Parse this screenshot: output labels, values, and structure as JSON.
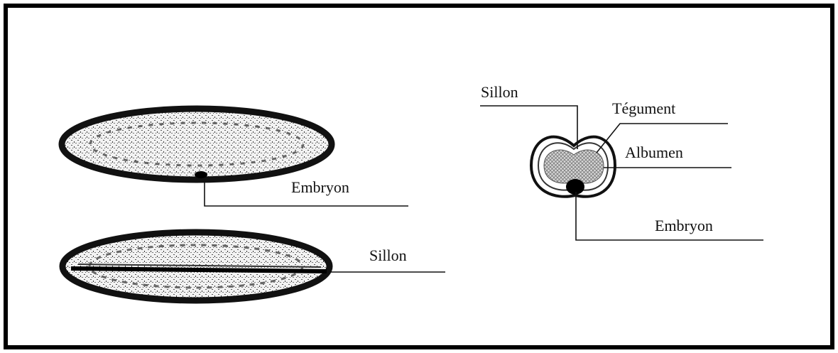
{
  "labels": {
    "embryo_side_view": "Embryon",
    "furrow_top_view": "Sillon",
    "furrow_cross_section": "Sillon",
    "tegument": "Tégument",
    "albumen": "Albumen",
    "embryo_cross_section": "Embryon"
  },
  "colors": {
    "ink": "#111111",
    "border": "#000000",
    "background": "#ffffff"
  }
}
